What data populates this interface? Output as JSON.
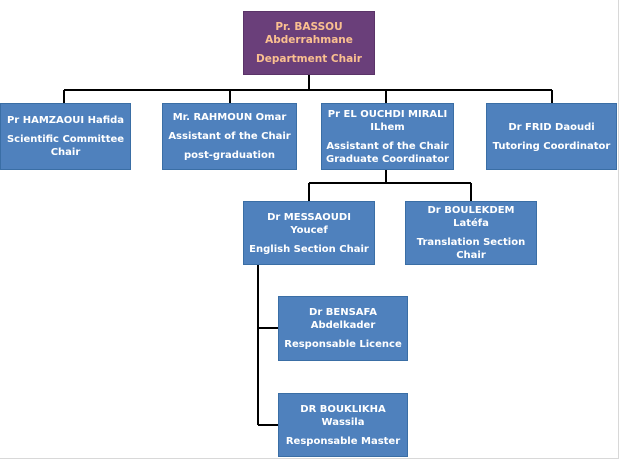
{
  "chair": {
    "name1": "Pr. BASSOU",
    "name2": "Abderrahmane",
    "role": "Department Chair"
  },
  "level1": [
    {
      "name": "Pr HAMZAOUI Hafida",
      "role1": "Scientific Committee",
      "role2": "Chair"
    },
    {
      "name": "Mr. RAHMOUN Omar",
      "role1": "Assistant of the Chair",
      "role2": "post-graduation"
    },
    {
      "name1": "Pr EL OUCHDI MIRALI",
      "name2": "ILhem",
      "role1": "Assistant of the Chair",
      "role2": "Graduate Coordinator"
    },
    {
      "name": "Dr FRID Daoudi",
      "role1": "Tutoring Coordinator"
    }
  ],
  "level2": [
    {
      "name": "Dr MESSAOUDI Youcef",
      "role1": "English Section Chair"
    },
    {
      "name": "Dr BOULEKDEM Latéfa",
      "role1": "Translation Section",
      "role2": "Chair"
    }
  ],
  "level3": [
    {
      "name1": "Dr BENSAFA",
      "name2": "Abdelkader",
      "role1": "Responsable Licence"
    },
    {
      "name": "DR BOUKLIKHA Wassila",
      "role1": "Responsable Master"
    }
  ],
  "colors": {
    "box_fill": "#4f81bd",
    "chair_fill": "#6a3f7a",
    "chair_text": "#fac090",
    "connector": "#000000"
  }
}
